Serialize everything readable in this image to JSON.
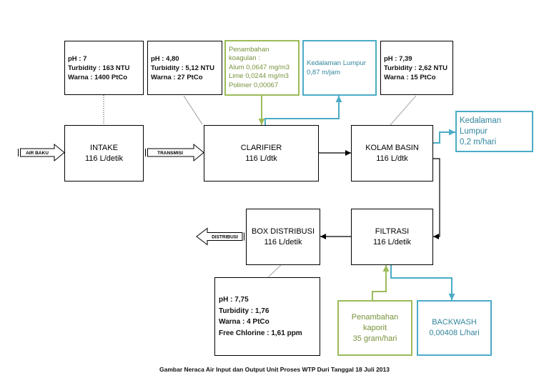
{
  "colors": {
    "input_green": "#9bbb59",
    "input_text_green": "#76923c",
    "output_teal": "#4bacc6",
    "output_text_teal": "#31859c",
    "flow_black": "#000000"
  },
  "arrows": {
    "air_baku": "AIR BAKU",
    "transmisi": "TRANSMISI",
    "distribusi": "DISTRIBUSI"
  },
  "units": {
    "intake": {
      "name": "INTAKE",
      "flow": "116 L/detik"
    },
    "clarifier": {
      "name": "CLARIFIER",
      "flow": "116 L/dtk"
    },
    "kolam_basin": {
      "name": "KOLAM BASIN",
      "flow": "116 L/dtk"
    },
    "filtrasi": {
      "name": "FILTRASI",
      "flow": "116 L/detik"
    },
    "box_distribusi": {
      "name": "BOX DISTRIBUSI",
      "flow": "116 L/detik"
    }
  },
  "quality": {
    "intake": {
      "ph": "pH : 7",
      "turbidity": "Turbidity : 163 NTU",
      "warna": "Warna : 1400 PtCo"
    },
    "clarifier_inlet": {
      "ph": "pH : 4,80",
      "turbidity": "Turbidity : 5,12 NTU",
      "warna": "Warna : 27 PtCo"
    },
    "kolam_basin": {
      "ph": "pH : 7,39",
      "turbidity": "Turbidity : 2,62 NTU",
      "warna": "Warna : 15 PtCo"
    },
    "distribusi": {
      "ph": "pH : 7,75",
      "turbidity": "Turbidity : 1,76",
      "warna": "Warna : 4 PtCo",
      "free_chlorine": "Free Chlorine : 1,61 ppm"
    }
  },
  "inputs": {
    "koagulan": {
      "heading": [
        "Penambahan",
        "koagulan :"
      ],
      "alum": "Alum 0,0647 mg/m3",
      "lime": "Lime 0,0244 mg/m3",
      "polimer": "Polimer 0,00067"
    },
    "kaporit": {
      "heading": [
        "Penambahan",
        "kaporit"
      ],
      "amount": "35 gram/hari"
    }
  },
  "outputs": {
    "lumpur_clarifier": {
      "label": "Kedalaman Lumpur",
      "value": "0,87 m/jam"
    },
    "lumpur_basin": {
      "heading": [
        "Kedalaman",
        "Lumpur"
      ],
      "value": "0,2 m/hari"
    },
    "backwash": {
      "label": "BACKWASH",
      "value": "0,00408 L/hari"
    }
  },
  "caption": "Gambar Neraca Air Input dan Output Unit Proses WTP Duri Tanggal 18 Juli 2013"
}
